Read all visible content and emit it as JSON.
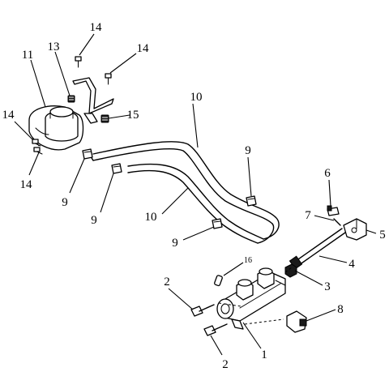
{
  "callouts": {
    "c1": "1",
    "c2a": "2",
    "c2b": "2",
    "c3": "3",
    "c4": "4",
    "c5": "5",
    "c6": "6",
    "c7": "7",
    "c8": "8",
    "c9a": "9",
    "c9b": "9",
    "c9c": "9",
    "c9d": "9",
    "c10a": "10",
    "c10b": "10",
    "c11": "11",
    "c13": "13",
    "c14a": "14",
    "c14b": "14",
    "c14c": "14",
    "c14d": "14",
    "c15": "15",
    "c16": "16"
  }
}
